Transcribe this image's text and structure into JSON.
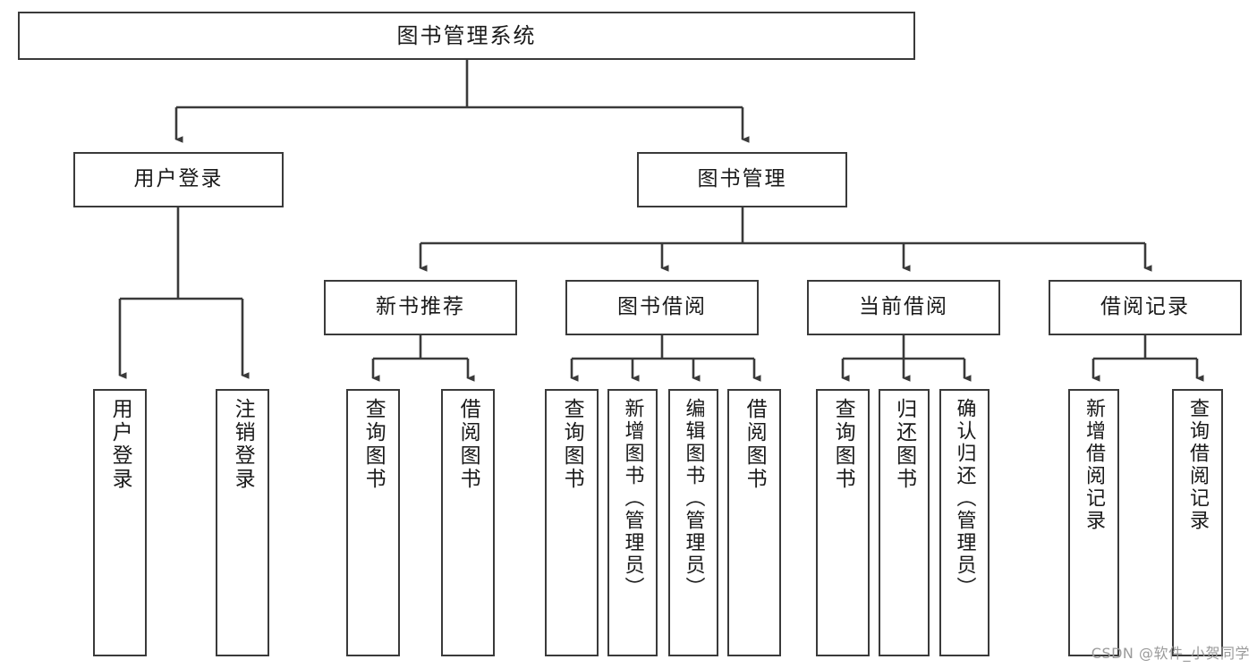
{
  "diagram": {
    "type": "tree",
    "title": "图书管理系统",
    "root": {
      "label": "图书管理系统"
    },
    "level2": [
      {
        "label": "用户登录"
      },
      {
        "label": "图书管理"
      }
    ],
    "level3": [
      {
        "label": "新书推荐"
      },
      {
        "label": "图书借阅"
      },
      {
        "label": "当前借阅"
      },
      {
        "label": "借阅记录"
      }
    ],
    "leaves": {
      "user_login": [
        {
          "label": "用户登录"
        },
        {
          "label": "注销登录"
        }
      ],
      "new_book_recommend": [
        {
          "label": "查询图书"
        },
        {
          "label": "借阅图书"
        }
      ],
      "book_borrow": [
        {
          "label": "查询图书"
        },
        {
          "label": "新增图书（管理员）"
        },
        {
          "label": "编辑图书（管理员）"
        },
        {
          "label": "借阅图书"
        }
      ],
      "current_borrow": [
        {
          "label": "查询图书"
        },
        {
          "label": "归还图书"
        },
        {
          "label": "确认归还（管理员）"
        }
      ],
      "borrow_record": [
        {
          "label": "新增借阅记录"
        },
        {
          "label": "查询借阅记录"
        }
      ]
    }
  },
  "watermark": {
    "text": "CSDN @软件_小贺同学"
  },
  "colors": {
    "box_border": "#3a3a3a",
    "line": "#3a3a3a",
    "background": "#ffffff",
    "text": "#1a1a1a",
    "watermark": "#9a9a9a"
  }
}
